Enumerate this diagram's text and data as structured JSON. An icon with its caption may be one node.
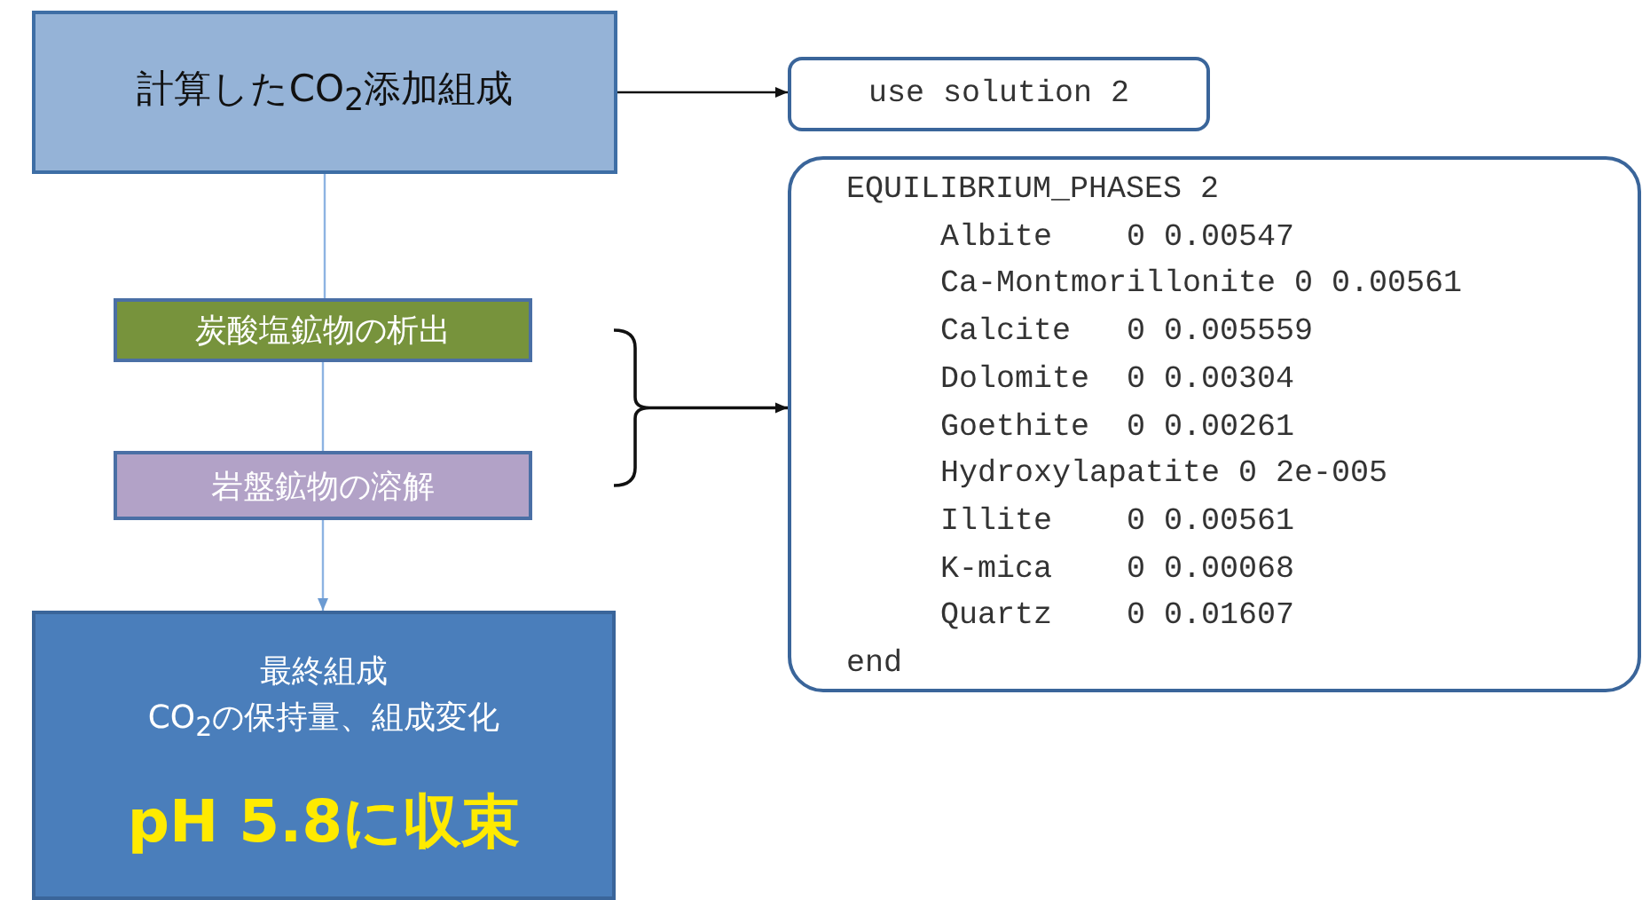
{
  "diagram": {
    "nodes": [
      {
        "text": [
          "計算したCO$_{2}$添加組成"
        ]
      },
      {
        "text": [
          "炭酸塩鉱物の析出"
        ]
      },
      {
        "text": [
          "岩盤鉱物の溶解"
        ]
      },
      {
        "text": [
          "最終組成",
          "CO$_{2}$の保持量、組成変化",
          "pH 5.8に収束"
        ]
      },
      {
        "text": [
          "use solution 2"
        ]
      },
      {
        "text": [
          "EQUILIBRIUM_PHASES 2",
          "Albite    0 0.00547",
          "Ca-Montmorillonite 0 0.00561",
          "Calcite   0 0.005559",
          "Dolomite  0 0.00304",
          "Goethite  0 0.00261",
          "Hydroxylapatite 0 2e-005",
          "Illite    0 0.00561",
          "K-mica    0 0.00068",
          "Quartz    0 0.01607",
          "end"
        ]
      }
    ],
    "edges": [
      {
        "from": 0,
        "to": 4,
        "arrow": "to"
      },
      {
        "from": 0,
        "to": 1,
        "arrow": "none",
        "color": "#8db3e2"
      },
      {
        "from": 1,
        "to": 2,
        "arrow": "none",
        "color": "#8db3e2"
      },
      {
        "from": 2,
        "to": 3,
        "arrow": "to",
        "color": "#8db3e2"
      },
      {
        "from": 1,
        "to": 5,
        "arrow": "to"
      },
      {
        "from": 2,
        "to": 5,
        "arrow": "to"
      }
    ]
  }
}
